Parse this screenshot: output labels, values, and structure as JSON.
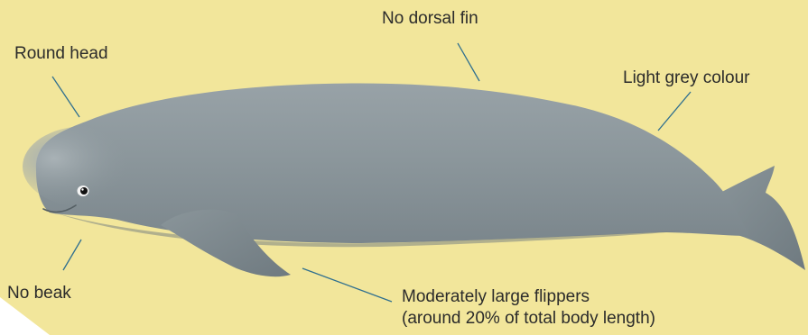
{
  "labels": {
    "dorsal_fin": "No dorsal fin",
    "head": "Round head",
    "colour": "Light grey colour",
    "beak": "No beak",
    "flippers_line1": "Moderately large flippers",
    "flippers_line2": "(around 20% of total body length)"
  },
  "colors": {
    "background": "#f2e69b",
    "body": "#8b969b",
    "body_highlight": "#a3adb1",
    "body_shadow": "#6f7a80",
    "leader_line": "#2f6f8f",
    "text": "#2b2b2b"
  },
  "icons": [
    "whale-illustration",
    "eye-icon"
  ]
}
